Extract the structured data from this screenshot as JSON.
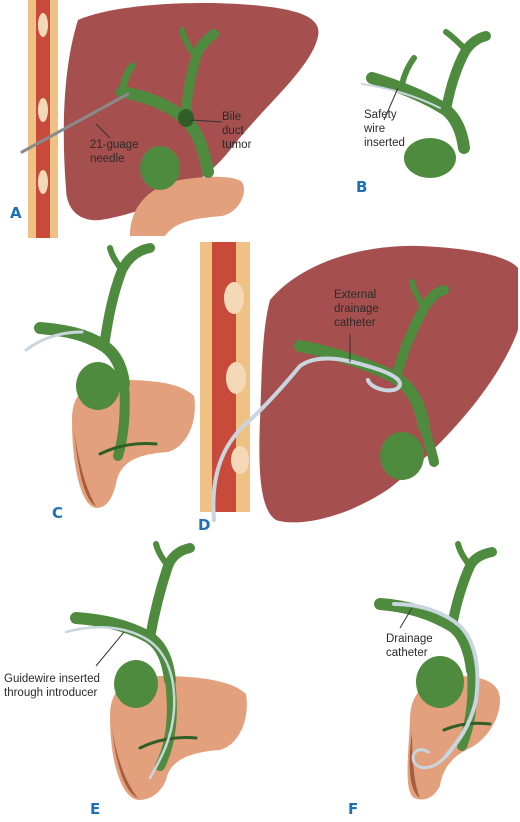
{
  "colors": {
    "liver": "#a5504e",
    "liver_dark": "#7e3431",
    "duct": "#4f8b3e",
    "duct_dark": "#2f5f26",
    "duodenum": "#e3a07c",
    "duodenum_dark": "#a85d3e",
    "skin": "#f0c184",
    "muscle": "#c74a3a",
    "panel_label": "#1f6fb5",
    "wire": "#c9d6df"
  },
  "panels": {
    "A": {
      "letter": "A",
      "labels": {
        "needle_line1": "21-guage",
        "needle_line2": "needle",
        "tumor_line1": "Bile",
        "tumor_line2": "duct",
        "tumor_line3": "tumor"
      }
    },
    "B": {
      "letter": "B",
      "labels": {
        "wire_line1": "Safety",
        "wire_line2": "wire",
        "wire_line3": "inserted"
      }
    },
    "C": {
      "letter": "C"
    },
    "D": {
      "letter": "D",
      "labels": {
        "catheter_line1": "External",
        "catheter_line2": "drainage",
        "catheter_line3": "catheter"
      }
    },
    "E": {
      "letter": "E",
      "labels": {
        "guidewire_line1": "Guidewire inserted",
        "guidewire_line2": "through introducer"
      }
    },
    "F": {
      "letter": "F",
      "labels": {
        "drainage_line1": "Drainage",
        "drainage_line2": "catheter"
      }
    }
  }
}
